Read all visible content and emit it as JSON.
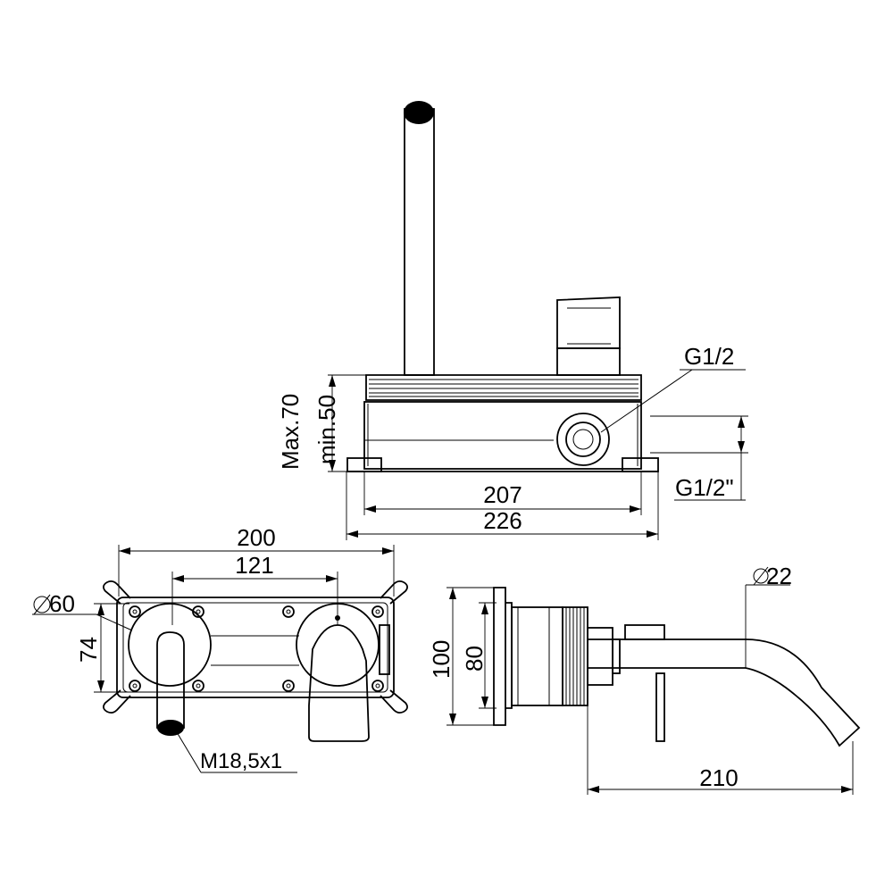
{
  "labels": {
    "g_half": "G1/2",
    "g_half_inch": "G1/2\"",
    "max_depth": "Max.70",
    "min_depth": "min.50",
    "width_207": "207",
    "width_226": "226",
    "width_200": "200",
    "spacing_121": "121",
    "diameter_60": "60",
    "height_74": "74",
    "thread": "M18,5x1",
    "height_100": "100",
    "height_80": "80",
    "diameter_22": "22",
    "spout_210": "210"
  },
  "colors": {
    "line": "#000000",
    "background": "#ffffff"
  }
}
